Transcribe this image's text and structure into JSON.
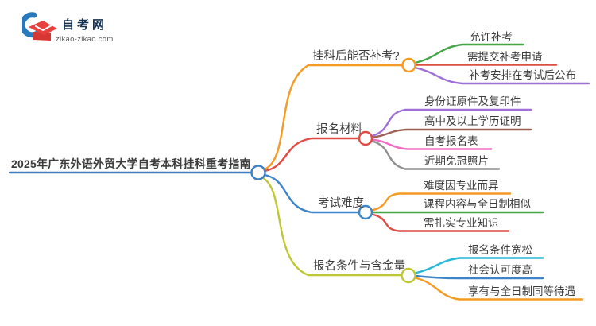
{
  "logo": {
    "title": "自考网",
    "domain": "zikao-zikao.com",
    "icon": "graduation-cap-icon",
    "icon_colors": {
      "swoosh": "#2879bd",
      "cap": "#e8403d"
    }
  },
  "colors": {
    "background": "#ffffff",
    "text": "#3c3c3c"
  },
  "center": {
    "title": "2025年广东外语外贸大学自考本科挂科重考指南",
    "color": "#3e7fc1"
  },
  "branches": [
    {
      "label": "挂科后能否补考?",
      "color": "#f59a23",
      "children": [
        {
          "label": "允许补考",
          "color": "#46a546"
        },
        {
          "label": "需提交补考申请",
          "color": "#e04b43"
        },
        {
          "label": "补考安排在考试后公布",
          "color": "#9f6fd8"
        }
      ]
    },
    {
      "label": "报名材料",
      "color": "#e04b43",
      "children": [
        {
          "label": "身份证原件及复印件",
          "color": "#9f6fd8"
        },
        {
          "label": "高中及以上学历证明",
          "color": "#9e6055"
        },
        {
          "label": "自考报名表",
          "color": "#f06ec5"
        },
        {
          "label": "近期免冠照片",
          "color": "#8f8f8f"
        }
      ]
    },
    {
      "label": "考试难度",
      "color": "#3d85c8",
      "children": [
        {
          "label": "难度因专业而异",
          "color": "#f59a23"
        },
        {
          "label": "课程内容与全日制相似",
          "color": "#46a546"
        },
        {
          "label": "需扎实专业知识",
          "color": "#e04b43"
        }
      ]
    },
    {
      "label": "报名条件与含金量",
      "color": "#bfc832",
      "children": [
        {
          "label": "报名条件宽松",
          "color": "#29b9d8"
        },
        {
          "label": "社会认可度高",
          "color": "#3d85c8"
        },
        {
          "label": "享有与全日制同等待遇",
          "color": "#f59a23"
        }
      ]
    }
  ]
}
